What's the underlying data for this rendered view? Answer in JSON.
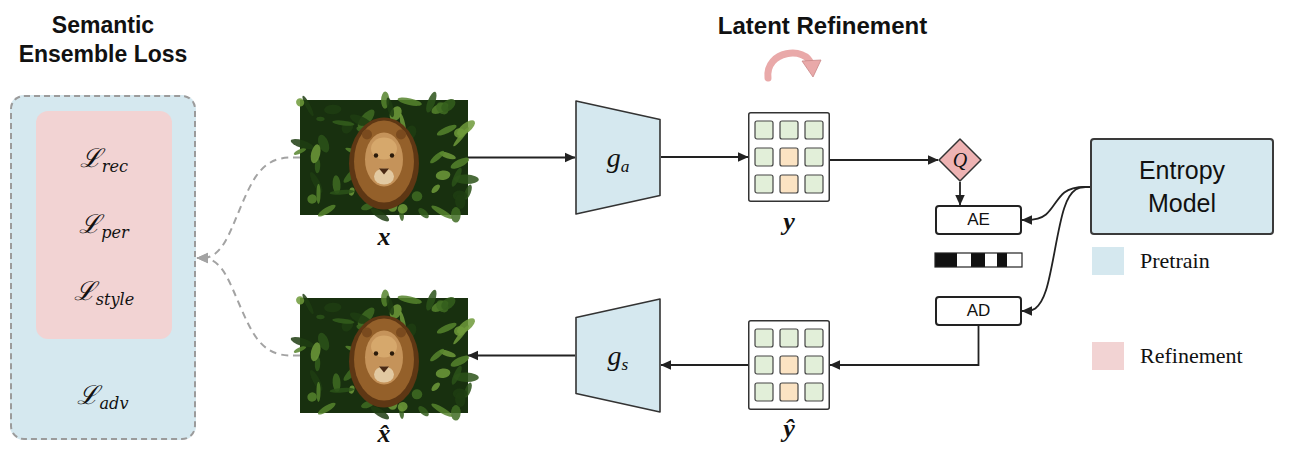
{
  "diagram": {
    "nodes": [
      {
        "text": [
          "Semantic Ensemble Loss",
          "ℒadv"
        ]
      },
      {
        "text": [
          "ℒrec",
          "ℒper",
          "ℒstyle"
        ],
        "in": 0
      },
      {
        "text": [
          "x"
        ]
      },
      {
        "text": [
          "ga"
        ]
      },
      {
        "text": [
          "y"
        ]
      },
      {
        "text": [
          "Q"
        ]
      },
      {
        "text": [
          "Entropy Model"
        ]
      },
      {
        "text": [
          "AE"
        ]
      },
      {
        "text": [
          "AD"
        ]
      },
      {
        "text": [
          "x̂"
        ]
      },
      {
        "text": [
          "gs"
        ]
      },
      {
        "text": [
          "ŷ"
        ]
      }
    ],
    "edges": [
      {
        "from": 2,
        "to": 3,
        "arrow": "to"
      },
      {
        "from": 3,
        "to": 4,
        "arrow": "to"
      },
      {
        "from": 4,
        "to": 5,
        "arrow": "to"
      },
      {
        "from": 5,
        "to": 7,
        "arrow": "to"
      },
      {
        "from": 6,
        "to": 7,
        "arrow": "to"
      },
      {
        "from": 6,
        "to": 8,
        "arrow": "to"
      },
      {
        "from": 8,
        "to": 11,
        "arrow": "to"
      },
      {
        "from": 11,
        "to": 10,
        "arrow": "to"
      },
      {
        "from": 10,
        "to": 9,
        "arrow": "to"
      },
      {
        "from": 2,
        "to": 0,
        "arrow": "to"
      },
      {
        "from": 9,
        "to": 0,
        "arrow": "to"
      }
    ],
    "labels": [
      "Latent Refinement"
    ],
    "legend": [
      {
        "text": "Pretrain",
        "color": "#d5e8ef"
      },
      {
        "text": "Refinement",
        "color": "#f2d3d3"
      }
    ]
  }
}
